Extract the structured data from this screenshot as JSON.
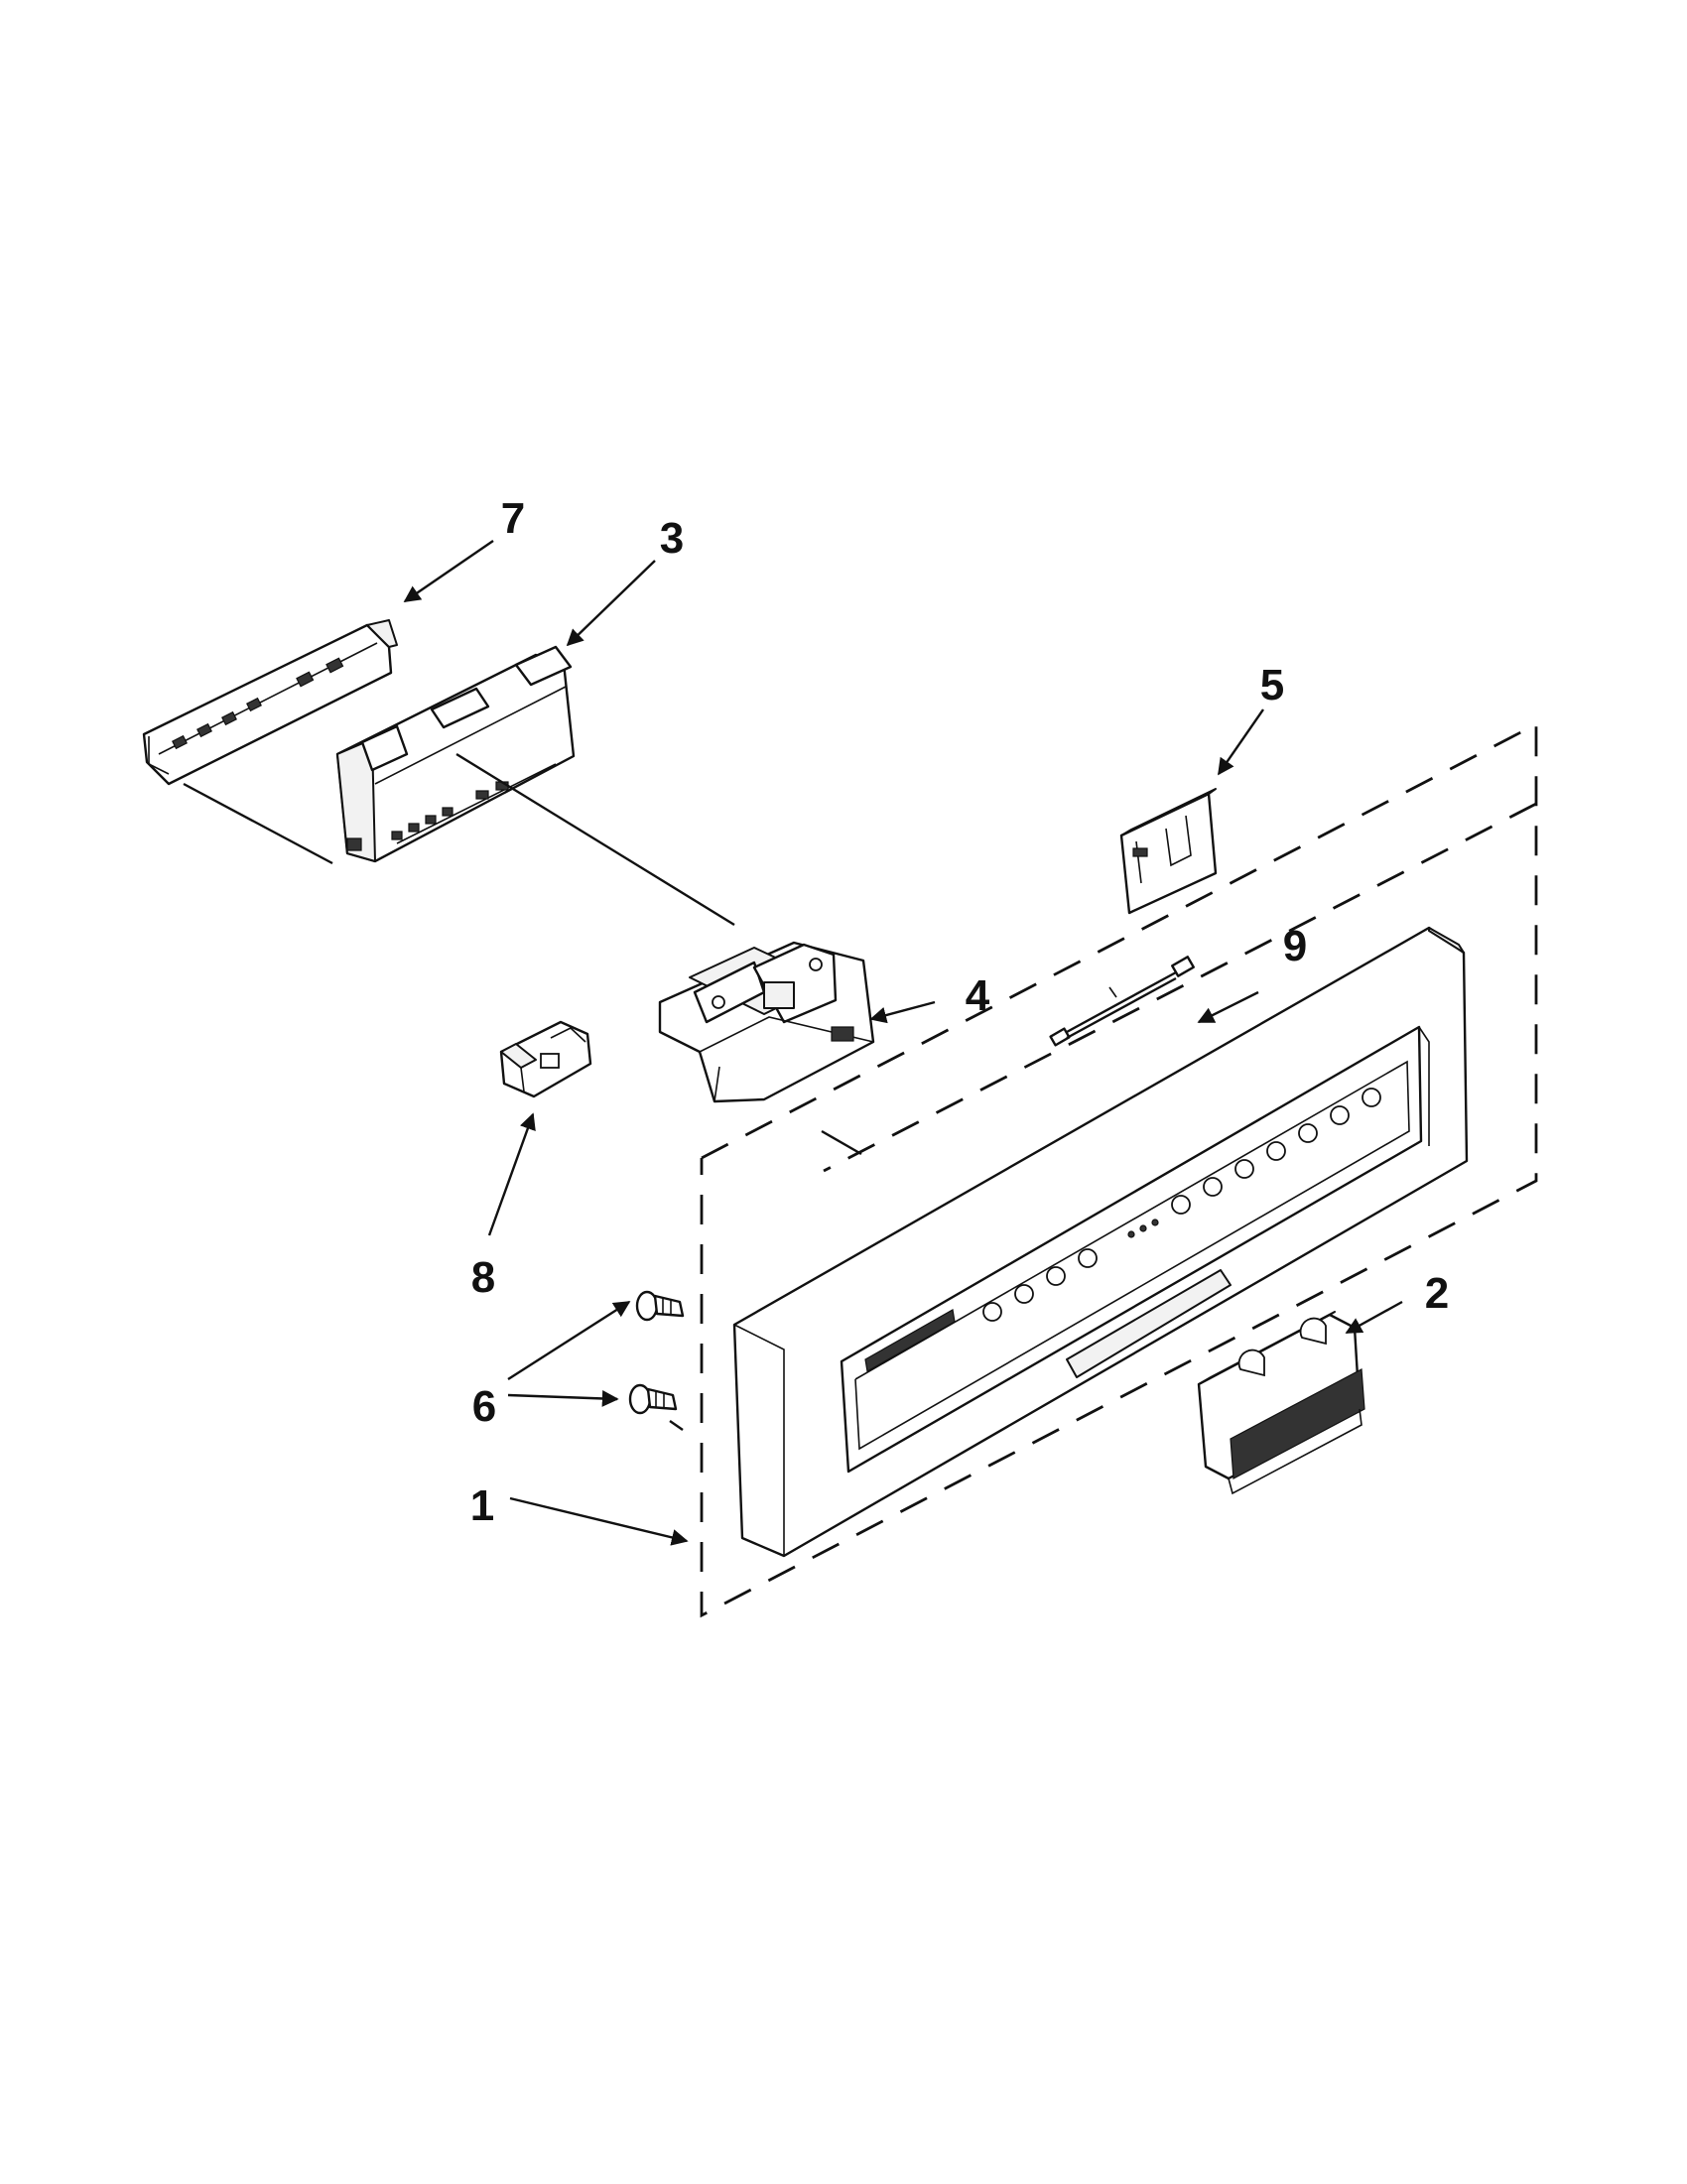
{
  "diagram": {
    "callouts": [
      {
        "id": "7",
        "label": "7"
      },
      {
        "id": "3",
        "label": "3"
      },
      {
        "id": "5",
        "label": "5"
      },
      {
        "id": "9",
        "label": "9"
      },
      {
        "id": "4",
        "label": "4"
      },
      {
        "id": "8",
        "label": "8"
      },
      {
        "id": "2",
        "label": "2"
      },
      {
        "id": "6",
        "label": "6"
      },
      {
        "id": "1",
        "label": "1"
      }
    ]
  },
  "colors": {
    "line": "#111111",
    "background": "#ffffff"
  }
}
